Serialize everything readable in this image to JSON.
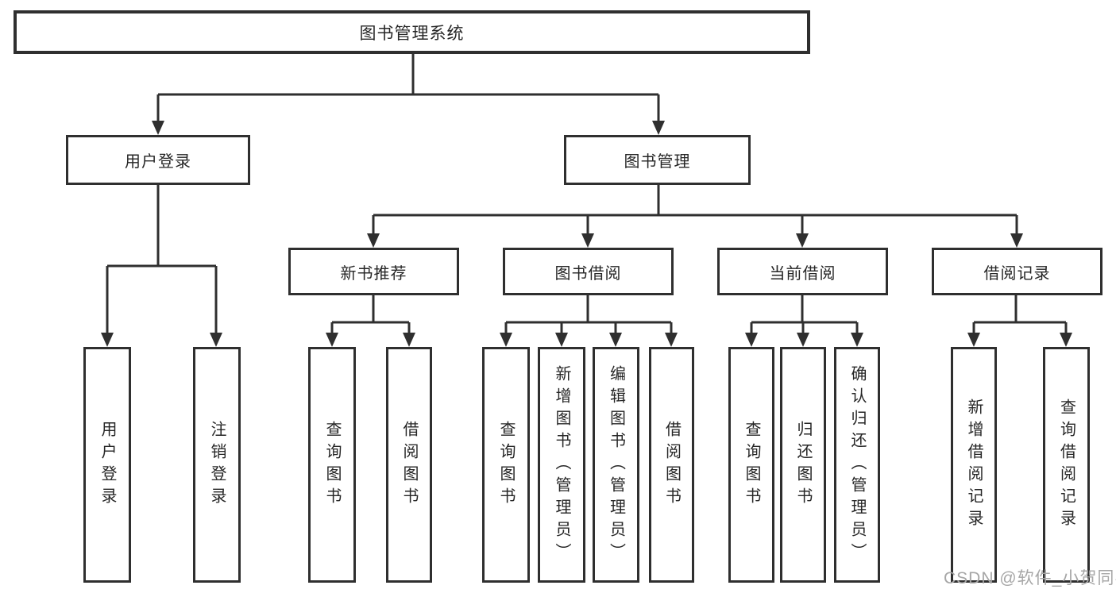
{
  "diagram": {
    "title_node": {
      "label": "图书管理系统"
    },
    "level2": [
      {
        "label": "用户登录"
      },
      {
        "label": "图书管理"
      }
    ],
    "level3": [
      {
        "label": "新书推荐",
        "parent": "图书管理"
      },
      {
        "label": "图书借阅",
        "parent": "图书管理"
      },
      {
        "label": "当前借阅",
        "parent": "图书管理"
      },
      {
        "label": "借阅记录",
        "parent": "图书管理"
      }
    ],
    "leaves": [
      {
        "label": "用户登录",
        "parent": "用户登录"
      },
      {
        "label": "注销登录",
        "parent": "用户登录"
      },
      {
        "label": "查询图书",
        "parent": "新书推荐"
      },
      {
        "label": "借阅图书",
        "parent": "新书推荐"
      },
      {
        "label": "查询图书",
        "parent": "图书借阅"
      },
      {
        "label": "新增图书（管理员）",
        "parent": "图书借阅"
      },
      {
        "label": "编辑图书（管理员）",
        "parent": "图书借阅"
      },
      {
        "label": "借阅图书",
        "parent": "图书借阅"
      },
      {
        "label": "查询图书",
        "parent": "当前借阅"
      },
      {
        "label": "归还图书",
        "parent": "当前借阅"
      },
      {
        "label": "确认归还（管理员）",
        "parent": "当前借阅"
      },
      {
        "label": "新增借阅记录",
        "parent": "借阅记录"
      },
      {
        "label": "查询借阅记录",
        "parent": "借阅记录"
      }
    ],
    "colors": {
      "line": "#2f2f2f",
      "text": "#262626",
      "background": "#ffffff",
      "watermark": "#a6a6a6"
    }
  },
  "watermark": {
    "text": "CSDN @软件_小贺同学"
  }
}
